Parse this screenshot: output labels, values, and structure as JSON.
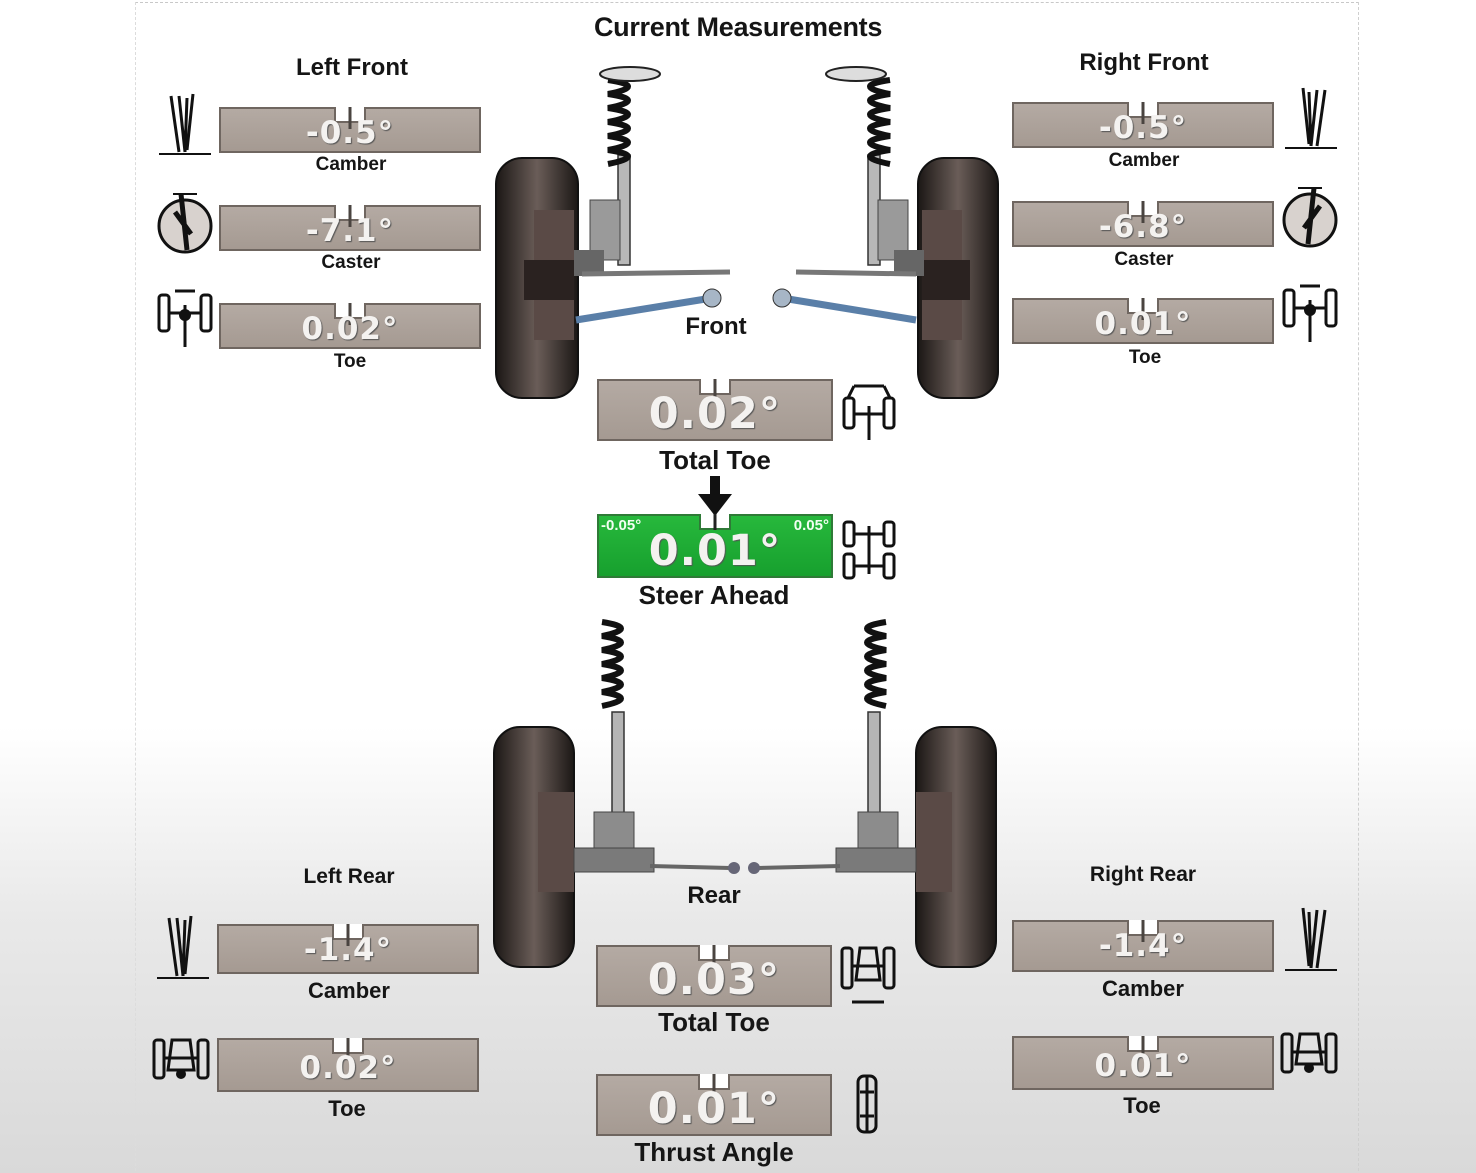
{
  "title": "Current Measurements",
  "front": {
    "label": "Front",
    "left": {
      "heading": "Left Front",
      "camber": "-0.5°",
      "caster": "-7.1°",
      "toe": "0.02°"
    },
    "right": {
      "heading": "Right Front",
      "camber": "-0.5°",
      "caster": "-6.8°",
      "toe": "0.01°"
    },
    "total_toe": {
      "value": "0.02°",
      "label": "Total Toe"
    },
    "steer_ahead": {
      "value": "0.01°",
      "label": "Steer Ahead",
      "min": "-0.05°",
      "max": "0.05°",
      "color": "#1fae34"
    }
  },
  "rear": {
    "label": "Rear",
    "left": {
      "heading": "Left Rear",
      "camber": "-1.4°",
      "toe": "0.02°"
    },
    "right": {
      "heading": "Right Rear",
      "camber": "-1.4°",
      "toe": "0.01°"
    },
    "total_toe": {
      "value": "0.03°",
      "label": "Total Toe"
    },
    "thrust_angle": {
      "value": "0.01°",
      "label": "Thrust Angle"
    }
  },
  "labels": {
    "camber": "Camber",
    "caster": "Caster",
    "toe": "Toe"
  },
  "icons": {
    "camber": "camber-icon",
    "caster": "caster-icon",
    "toe": "toe-icon",
    "total_toe": "total-toe-icon",
    "steer_ahead": "steer-ahead-icon",
    "thrust_angle": "thrust-angle-icon"
  },
  "colors": {
    "box": "#aca198",
    "box_text": "#f4f2f0",
    "in_spec": "#1fae34"
  }
}
